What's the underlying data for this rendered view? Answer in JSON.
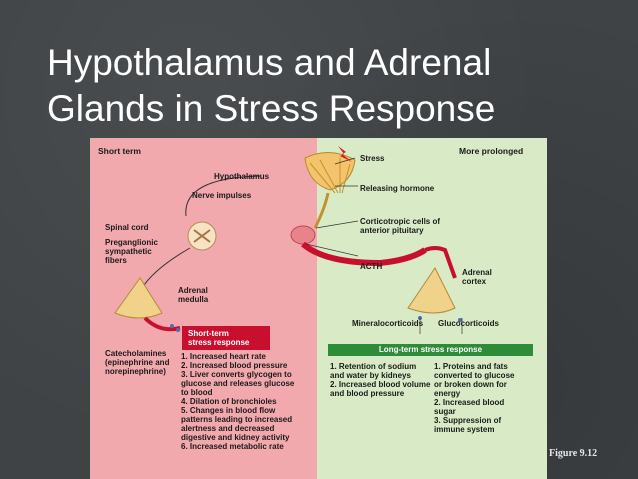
{
  "slide": {
    "title_line1": "Hypothalamus and Adrenal",
    "title_line2": "Glands in Stress Response",
    "figure_label": "Figure 9.12"
  },
  "figure": {
    "short_term_header": "Short term",
    "more_prolonged_header": "More prolonged",
    "stress": "Stress",
    "hypothalamus": "Hypothalamus",
    "nerve_impulses": "Nerve impulses",
    "releasing_hormone": "Releasing hormone",
    "spinal_cord": "Spinal cord",
    "preganglionic": [
      "Preganglionic",
      "sympathetic",
      "fibers"
    ],
    "corticotropic": [
      "Corticotropic cells of",
      "anterior pituitary"
    ],
    "acth": "ACTH",
    "adrenal_medulla": [
      "Adrenal",
      "medulla"
    ],
    "adrenal_cortex": [
      "Adrenal",
      "cortex"
    ],
    "mineralocorticoids": "Mineralocorticoids",
    "glucocorticoids": "Glucocorticoids",
    "short_term_box": [
      "Short-term",
      "stress response"
    ],
    "long_term_box": "Long-term stress response",
    "catecholamines": [
      "Catecholamines",
      "(epinephrine and",
      "norepinephrine)"
    ],
    "short_term_effects": [
      "1. Increased heart rate",
      "2. Increased blood pressure",
      "3. Liver converts glycogen to",
      "    glucose and releases glucose",
      "    to blood",
      "4. Dilation of bronchioles",
      "5. Changes in blood flow",
      "    patterns leading to increased",
      "    alertness and decreased",
      "    digestive and kidney activity",
      "6. Increased metabolic rate"
    ],
    "mineral_effects": [
      "1. Retention of sodium",
      "    and water by kidneys",
      "2. Increased blood volume",
      "    and blood pressure"
    ],
    "gluco_effects": [
      "1. Proteins and fats",
      "    converted to glucose",
      "    or broken down for",
      "    energy",
      "2. Increased blood",
      "    sugar",
      "3. Suppression of",
      "    immune system"
    ]
  },
  "colors": {
    "left_panel": "#f2a9ae",
    "right_panel": "#d9ebc6",
    "short_term_box": "#c8102e",
    "long_term_box": "#2e8b3a",
    "background": "#3f4346"
  }
}
